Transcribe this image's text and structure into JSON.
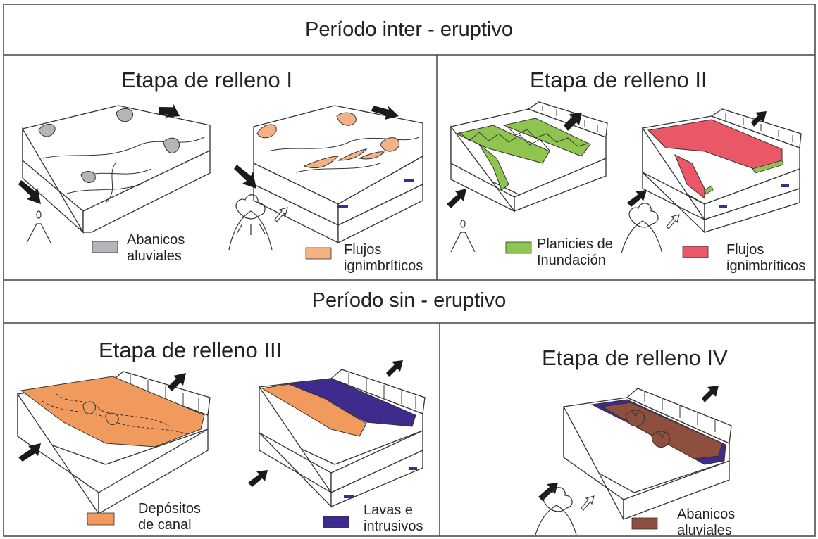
{
  "periods": {
    "inter": "Período inter - eruptivo",
    "sin": "Período sin - eruptivo"
  },
  "stages": {
    "s1": "Etapa de relleno I",
    "s2": "Etapa de relleno II",
    "s3": "Etapa de relleno III",
    "s4": "Etapa de relleno IV"
  },
  "legend": {
    "abanicos_1": "Abanicos\naluviales",
    "flujos_1": "Flujos\nignimbríticos",
    "planicies": "Planicies de\nInundación",
    "flujos_2": "Flujos\nignimbríticos",
    "depositos": "Depósitos\nde canal",
    "lavas": "Lavas e\nintrusivos",
    "abanicos_2": "Abanicos\naluviales"
  },
  "colors": {
    "abanicos_aluviales_gray": "#b4b5b9",
    "flujos_ignimbriticos_orange": "#f4b184",
    "planicies_green": "#8fc44f",
    "flujos_ignimbriticos_pink": "#ea5868",
    "depositos_canal_orange": "#f19a5e",
    "lavas_intrusivos_purple": "#3f2a8d",
    "abanicos_aluviales_brown": "#8f4f3e"
  }
}
